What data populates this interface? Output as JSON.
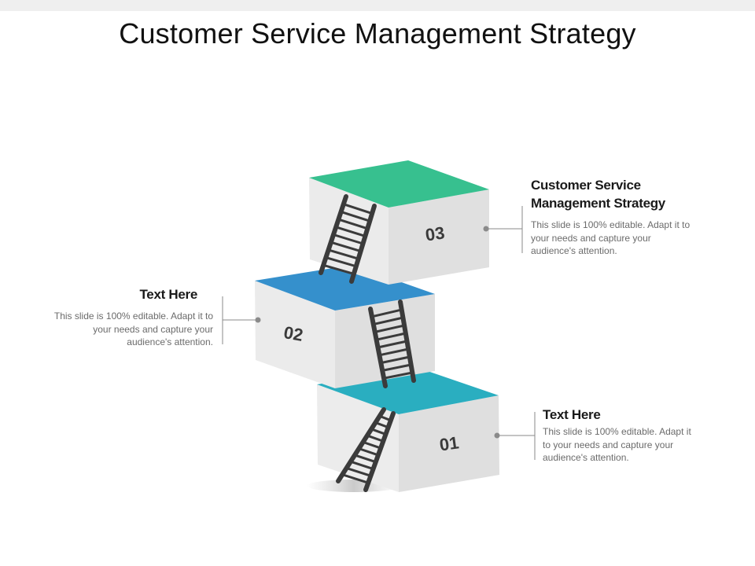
{
  "slide": {
    "title": "Customer Service Management Strategy"
  },
  "steps": [
    {
      "number": "01",
      "heading": "Text Here",
      "body": "This slide is 100% editable. Adapt it to your needs and capture your audience's attention.",
      "top_color": "#2aaec0"
    },
    {
      "number": "02",
      "heading": "Text Here",
      "body": "This slide is 100% editable. Adapt it to your needs and capture your audience's attention.",
      "top_color": "#3590cc"
    },
    {
      "number": "03",
      "heading": "Customer Service Management Strategy",
      "body": "This slide is 100% editable. Adapt it to your needs and capture your audience's attention.",
      "top_color": "#37c08f"
    }
  ],
  "colors": {
    "box_left_face": "#e8e8e8",
    "box_right_face": "#dedede",
    "ladder": "#3b3b3b",
    "connector": "#8a8a8a"
  }
}
